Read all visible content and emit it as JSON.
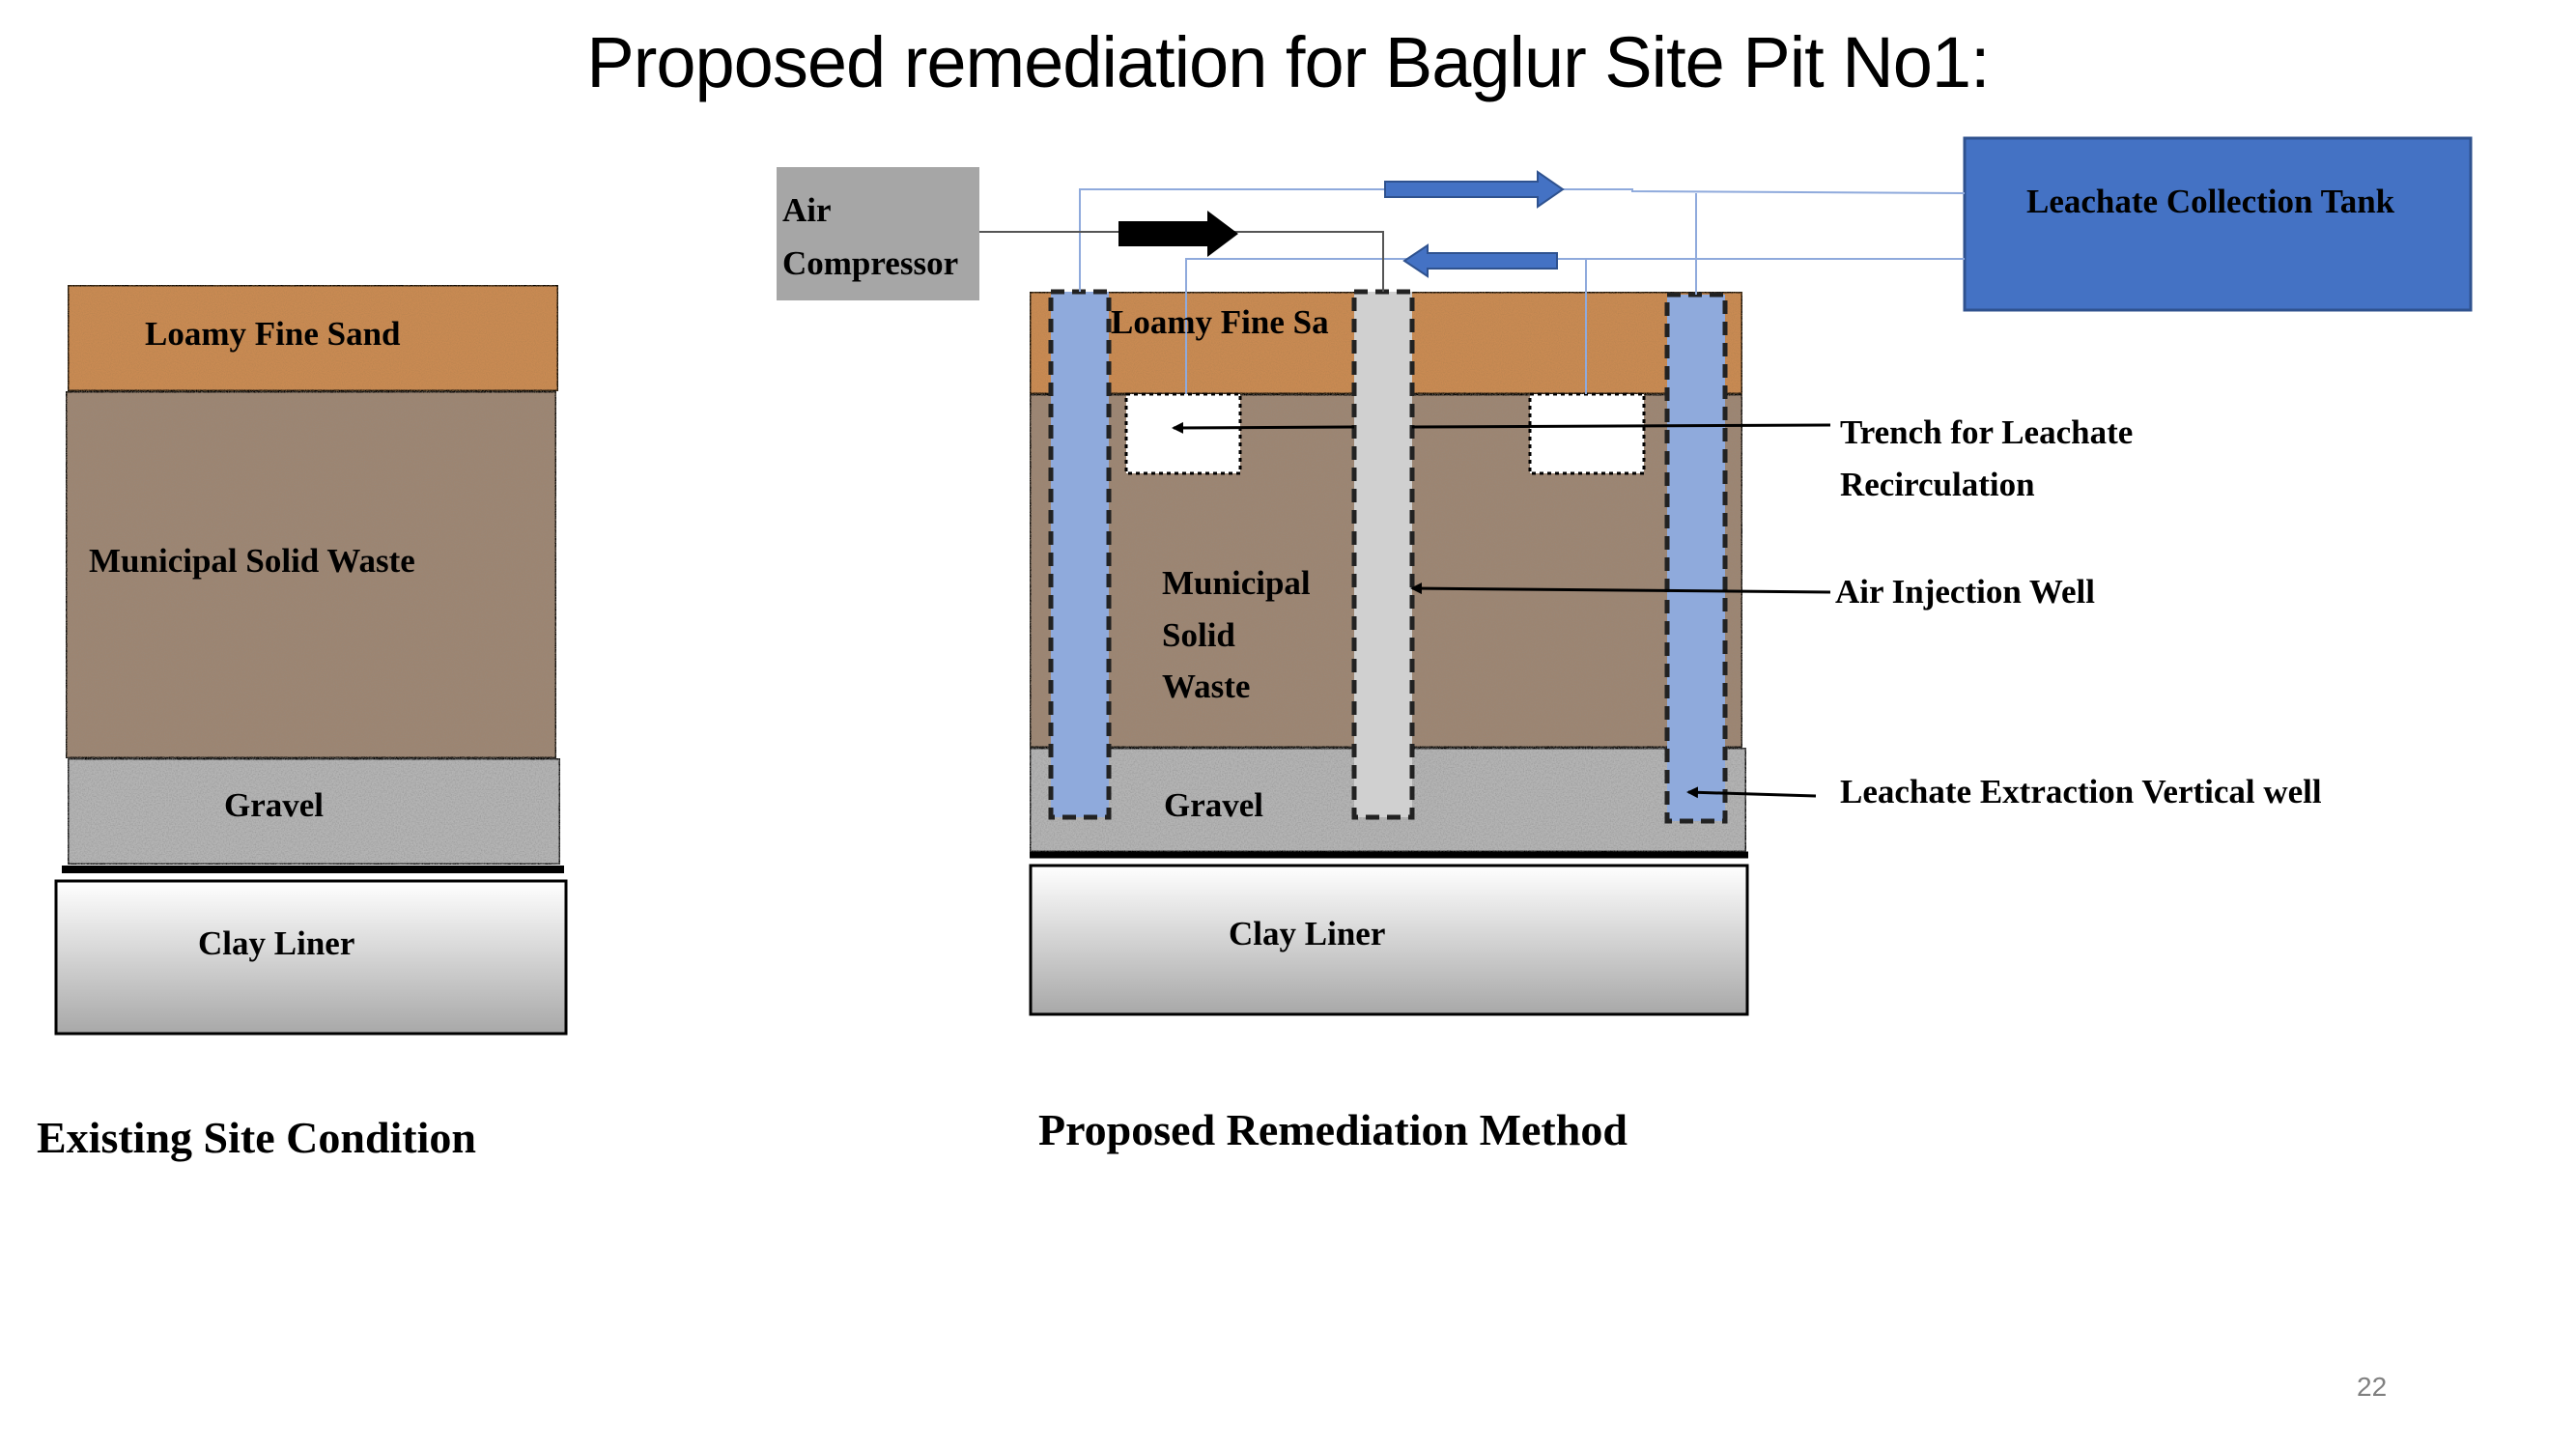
{
  "slide": {
    "title": "Proposed remediation for Baglur Site Pit No1:",
    "page_number": "22"
  },
  "existing": {
    "caption": "Existing Site Condition",
    "layers": {
      "loamy": "Loamy Fine Sand",
      "msw": "Municipal Solid Waste",
      "gravel": "Gravel",
      "clay": "Clay Liner"
    }
  },
  "proposed": {
    "caption": "Proposed Remediation Method",
    "loamy": "Loamy Fine Sa",
    "msw_line1": "Municipal",
    "msw_line2": "Solid",
    "msw_line3": "Waste",
    "gravel": "Gravel",
    "clay": "Clay Liner",
    "air_compressor_line1": "Air",
    "air_compressor_line2": "Compressor",
    "leachate_tank": "Leachate Collection Tank",
    "callouts": {
      "trench_line1": "Trench for Leachate",
      "trench_line2": "Recirculation",
      "air_well": "Air Injection Well",
      "extraction_well": "Leachate Extraction Vertical well"
    }
  },
  "colors": {
    "loamy": "#c98a52",
    "msw": "#9c8572",
    "gravel": "#b4b4b4",
    "clay_top": "#ffffff",
    "clay_bottom": "#a8a8a8",
    "extraction_well": "#8faadc",
    "air_well": "#d0d0d0",
    "tank": "#4472c4",
    "compressor": "#a6a6a6",
    "flow_arrow": "#4472c4",
    "pipe_line": "#8faadc"
  }
}
